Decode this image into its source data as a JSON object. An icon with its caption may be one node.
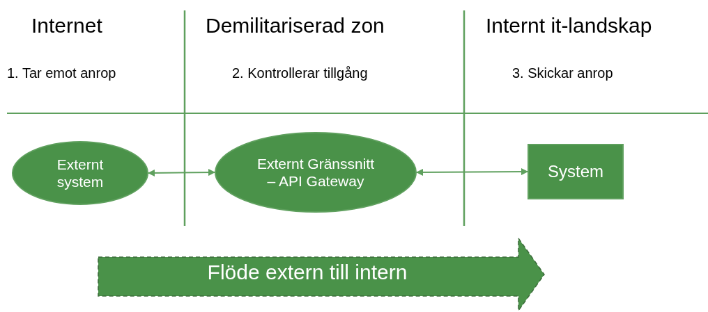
{
  "diagram": {
    "nodes": [
      {
        "text": [
          "Externt system"
        ]
      },
      {
        "text": [
          "Externt Gränssnitt – API Gateway"
        ]
      },
      {
        "text": [
          "System"
        ]
      },
      {
        "text": [
          "Flöde extern till intern"
        ]
      }
    ],
    "edges": [
      {
        "from": 0,
        "to": 1,
        "arrow": "both"
      },
      {
        "from": 1,
        "to": 2,
        "arrow": "both"
      }
    ],
    "labels": [
      "Internet",
      "Demilitariserad zon",
      "Internt it-landskap",
      "1. Tar emot anrop",
      "2. Kontrollerar tillgång",
      "3. Skickar anrop"
    ]
  }
}
